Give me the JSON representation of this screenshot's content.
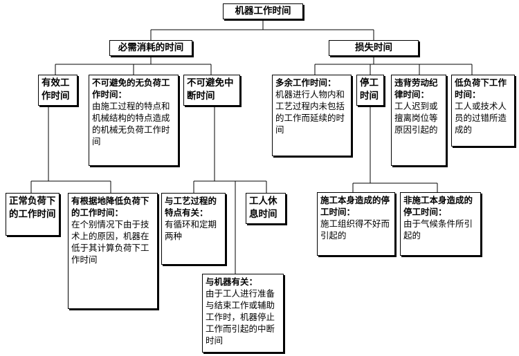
{
  "root": "机器工作时间",
  "necessary": {
    "title": "必需消耗的时间",
    "effective": "有效工作时间",
    "normal_load": "正常负荷下的工作时间",
    "reduced_load": {
      "title": "有根据地降低负荷下的工作时间：",
      "desc": "在个别情况下由于技术上的原因，机器在低于其计算负荷下工作时间"
    },
    "unavoidable_noload": {
      "title": "不可避免的无负荷工作时间：",
      "desc": "由施工过程的特点和机械结构的特点造成的机械无负荷工作时间"
    },
    "unavoidable_interrupt": "不可避免中断时间",
    "process_related": {
      "title": "与工艺过程的特点有关：",
      "desc": "有循环和定期两种"
    },
    "machine_related": {
      "title": "与机器有关：",
      "desc": "由于工人进行准备与结束工作或辅助工作时，机器停止工作而引起的中断时间"
    },
    "worker_rest": "工人休息时间"
  },
  "loss": {
    "title": "损失时间",
    "excess": {
      "title": "多余工作时间：",
      "desc": "机器进行人物内和工艺过程内未包括的工作而延续的时间"
    },
    "stoppage": "停工时间",
    "construction_stop": {
      "title": "施工本身造成的停工时间：",
      "desc": "施工组织得不好而引起的"
    },
    "non_construction_stop": {
      "title": "非施工本身造成的停工时间：",
      "desc": "由于气候条件所引起的"
    },
    "labor_violation": {
      "title": "违背劳动纪律时间：",
      "desc": "工人迟到或擅离岗位等原因引起的"
    },
    "low_load": {
      "title": "低负荷下工作时间：",
      "desc": "工人或技术人员的过错所造成的"
    }
  }
}
